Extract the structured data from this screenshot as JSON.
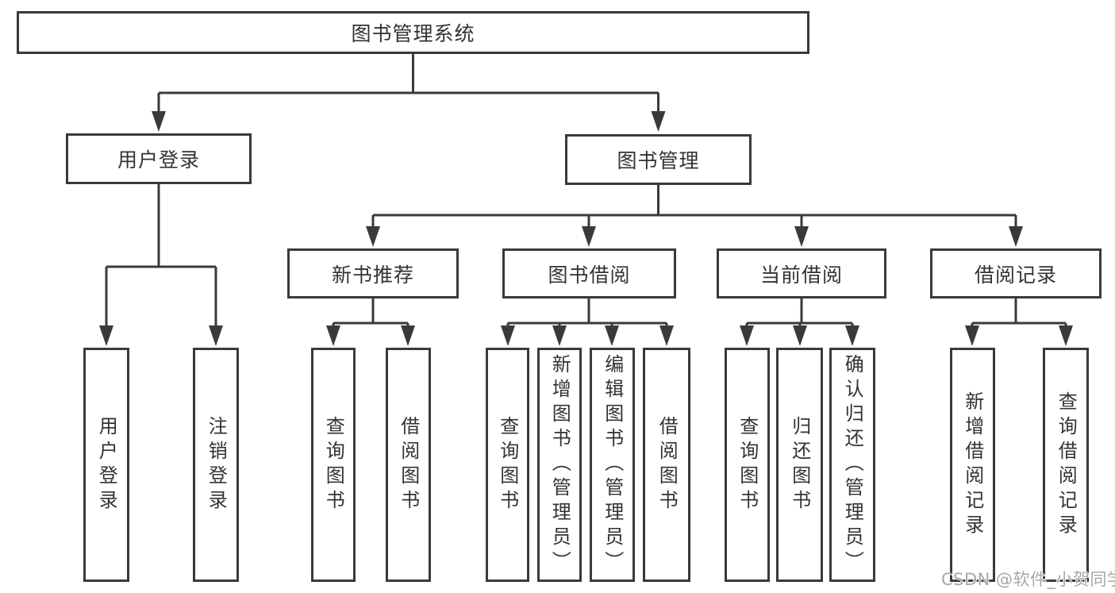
{
  "tree": {
    "root": {
      "label": "图书管理系统"
    },
    "branches": [
      {
        "label": "用户登录",
        "children": [
          {
            "label": "用户登录"
          },
          {
            "label": "注销登录"
          }
        ]
      },
      {
        "label": "图书管理",
        "children": [
          {
            "label": "新书推荐",
            "children": [
              {
                "label": "查询图书"
              },
              {
                "label": "借阅图书"
              }
            ]
          },
          {
            "label": "图书借阅",
            "children": [
              {
                "label": "查询图书"
              },
              {
                "label": "新增图书（管理员）"
              },
              {
                "label": "编辑图书（管理员）"
              },
              {
                "label": "借阅图书"
              }
            ]
          },
          {
            "label": "当前借阅",
            "children": [
              {
                "label": "查询图书"
              },
              {
                "label": "归还图书"
              },
              {
                "label": "确认归还（管理员）"
              }
            ]
          },
          {
            "label": "借阅记录",
            "children": [
              {
                "label": "新增借阅记录"
              },
              {
                "label": "查询借阅记录"
              }
            ]
          }
        ]
      }
    ]
  },
  "watermark": {
    "text": "CSDN @软件_小贺同学"
  },
  "colors": {
    "line": "#3a3a3c",
    "text": "#333333",
    "wm": "#a8a8a8",
    "bg": "#ffffff"
  }
}
